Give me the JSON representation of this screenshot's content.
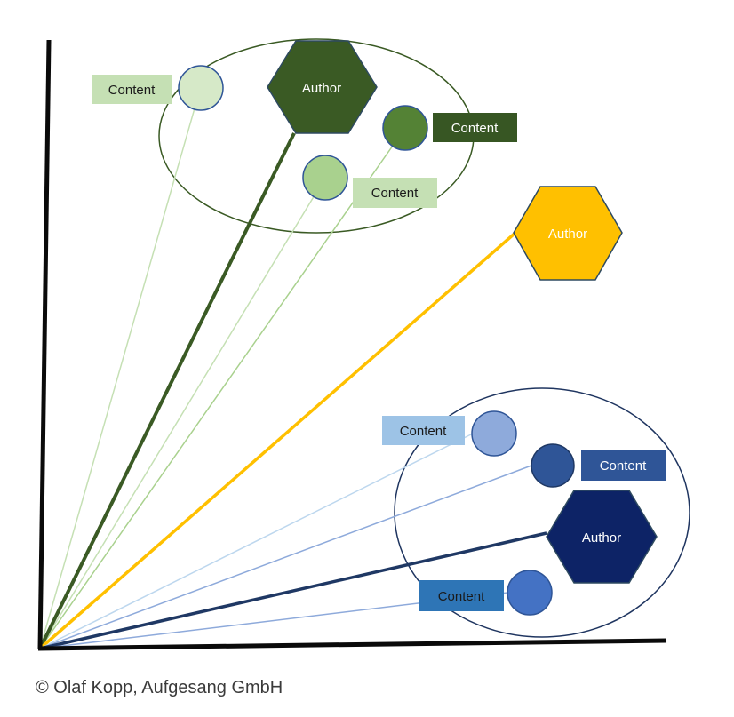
{
  "colors": {
    "axis": "#0a0a0a",
    "green_author": "#3a5a24",
    "green_light": "#a9d18e",
    "green_mid": "#538135",
    "yellow_author": "#ffc000",
    "blue_author": "#0d2366",
    "blue_light": "#8eaadb",
    "blue_mid": "#2f5597",
    "blue_bright": "#4472c4"
  },
  "clusters": {
    "green": {
      "author": {
        "label": "Author"
      },
      "content_a": {
        "label": "Content"
      },
      "content_b": {
        "label": "Content"
      },
      "content_c": {
        "label": "Content"
      }
    },
    "yellow": {
      "author": {
        "label": "Author"
      }
    },
    "blue": {
      "author": {
        "label": "Author"
      },
      "content_a": {
        "label": "Content"
      },
      "content_b": {
        "label": "Content"
      },
      "content_c": {
        "label": "Content"
      }
    }
  },
  "footer": {
    "copyright": "© Olaf Kopp, Aufgesang GmbH"
  }
}
